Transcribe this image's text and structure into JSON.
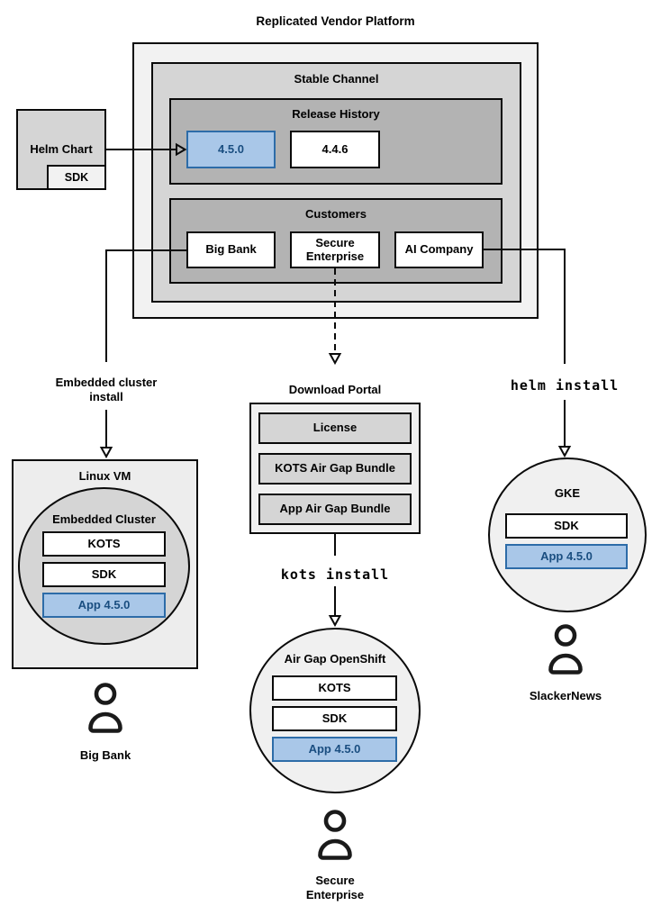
{
  "title": "Replicated Vendor Platform",
  "colors": {
    "highlight_fill": "#a9c7e8",
    "highlight_stroke": "#2d6ca8",
    "highlight_text": "#1a4e80",
    "outer_gray": "#f2f2f2",
    "mid_gray": "#d5d5d5",
    "dark_gray": "#b3b3b3"
  },
  "platform": {
    "stable_channel_label": "Stable Channel",
    "release_history_label": "Release History",
    "releases": [
      {
        "version": "4.5.0",
        "highlight": true
      },
      {
        "version": "4.4.6",
        "highlight": false
      }
    ],
    "customers_label": "Customers",
    "customers": [
      {
        "name": "Big Bank"
      },
      {
        "name": "Secure Enterprise"
      },
      {
        "name": "AI Company"
      }
    ]
  },
  "helm_chart": {
    "label": "Helm Chart",
    "sdk": "SDK"
  },
  "flows": {
    "embedded_install_line1": "Embedded cluster",
    "embedded_install_line2": "install",
    "helm_install": "helm install",
    "kots_install": "kots install"
  },
  "download_portal": {
    "label": "Download Portal",
    "items": [
      {
        "name": "License"
      },
      {
        "name": "KOTS Air Gap Bundle"
      },
      {
        "name": "App Air Gap Bundle"
      }
    ]
  },
  "linux_vm": {
    "label": "Linux VM",
    "cluster_label": "Embedded Cluster",
    "components": [
      {
        "name": "KOTS",
        "highlight": false
      },
      {
        "name": "SDK",
        "highlight": false
      },
      {
        "name": "App 4.5.0",
        "highlight": true
      }
    ],
    "user": "Big Bank"
  },
  "openshift": {
    "label": "Air Gap OpenShift",
    "components": [
      {
        "name": "KOTS",
        "highlight": false
      },
      {
        "name": "SDK",
        "highlight": false
      },
      {
        "name": "App 4.5.0",
        "highlight": true
      }
    ],
    "user_line1": "Secure",
    "user_line2": "Enterprise"
  },
  "gke": {
    "label": "GKE",
    "components": [
      {
        "name": "SDK",
        "highlight": false
      },
      {
        "name": "App 4.5.0",
        "highlight": true
      }
    ],
    "user": "SlackerNews"
  }
}
